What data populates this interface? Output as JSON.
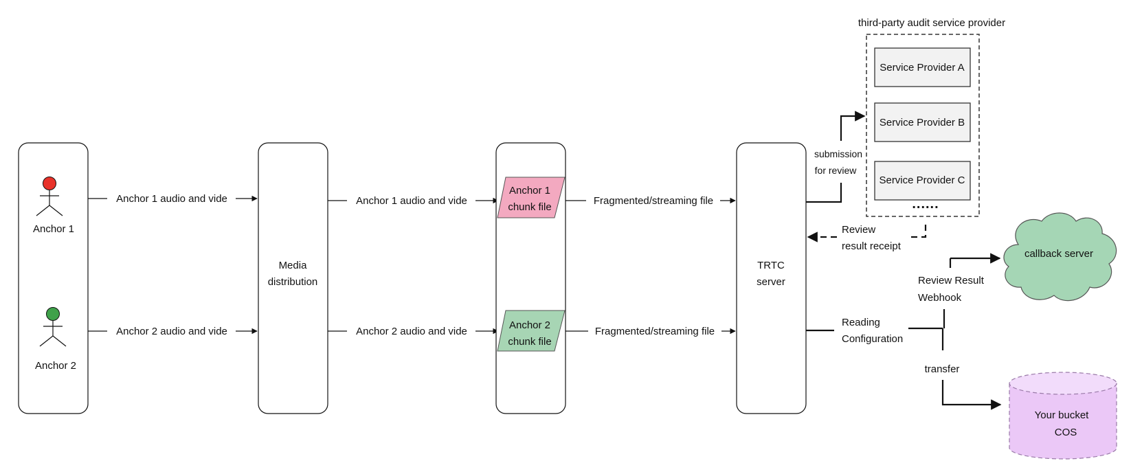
{
  "colors": {
    "anchor1_head": "#e8322a",
    "anchor2_head": "#3fa14a",
    "chunk1_fill": "#f3a9c0",
    "chunk2_fill": "#a7d5b4",
    "provider_fill": "#f2f2f2",
    "cloud_fill": "#a5d6b5",
    "bucket_fill": "#ebc8f7",
    "bucket_top": "#f2dcfb",
    "bucket_stroke": "#9a7aa8"
  },
  "anchors": {
    "anchor1_label": "Anchor 1",
    "anchor2_label": "Anchor 2"
  },
  "flows": {
    "a1_to_media": "Anchor 1 audio and vide",
    "a2_to_media": "Anchor 2 audio and vide",
    "media_to_chunk1": "Anchor 1 audio and vide",
    "media_to_chunk2": "Anchor 2 audio and vide",
    "chunk1_to_trtc": "Fragmented/streaming file",
    "chunk2_to_trtc": "Fragmented/streaming file"
  },
  "media": {
    "line1": "Media",
    "line2": "distribution"
  },
  "chunks": {
    "chunk1_line1": "Anchor 1",
    "chunk1_line2": "chunk file",
    "chunk2_line1": "Anchor 2",
    "chunk2_line2": "chunk file"
  },
  "trtc": {
    "line1": "TRTC",
    "line2": "server"
  },
  "audit": {
    "title": "third-party audit service provider",
    "providers": [
      "Service Provider A",
      "Service Provider B",
      "Service Provider C"
    ],
    "more": "......"
  },
  "review": {
    "submission_line1": "submission",
    "submission_line2": "for review",
    "receipt_line1": "Review",
    "receipt_line2": "result receipt"
  },
  "outputs": {
    "webhook_line1": "Review Result",
    "webhook_line2": "Webhook",
    "reading_line1": "Reading",
    "reading_line2": "Configuration",
    "transfer": "transfer",
    "callback": "callback server",
    "bucket_line1": "Your bucket",
    "bucket_line2": "COS"
  }
}
